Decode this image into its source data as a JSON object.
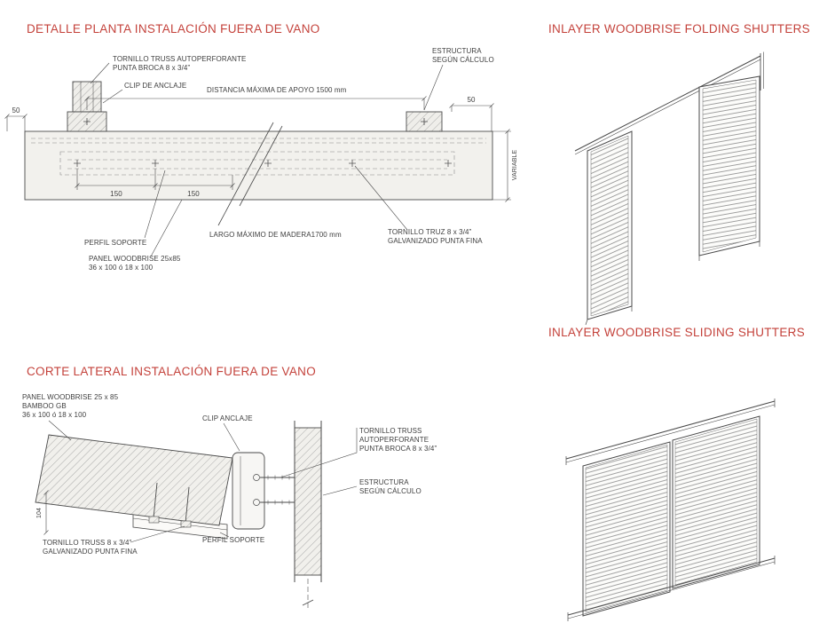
{
  "palette": {
    "title_red": "#c4423b",
    "line_gray": "#4a4a4a",
    "label_gray": "#3e3e3e",
    "panel_fill": "#f2f1ed"
  },
  "plan": {
    "title": "DETALLE PLANTA INSTALACIÓN FUERA DE VANO",
    "labels": {
      "truss_l1": "TORNILLO TRUSS AUTOPERFORANTE",
      "truss_l2": "PUNTA BROCA 8 x 3/4”",
      "clip": "CLIP DE ANCLAJE",
      "estructura_l1": "ESTRUCTURA",
      "estructura_l2": "SEGÚN CÁLCULO",
      "distancia": "DISTANCIA MÁXIMA DE APOYO 1500 mm",
      "dim50_left": "50",
      "dim50_right": "50",
      "dim150_a": "150",
      "dim150_b": "150",
      "variable": "VARIABLE",
      "largo": "LARGO MÁXIMO DE MADERA1700 mm",
      "perfil": "PERFIL SOPORTE",
      "panel_l1": "PANEL WOODBRISE 25x85",
      "panel_l2": "36 x 100 ó 18 x 100",
      "truz_l1": "TORNILLO TRUZ 8 x 3/4”",
      "truz_l2": "GALVANIZADO PUNTA FINA"
    }
  },
  "folding": {
    "title": "INLAYER WOODBRISE FOLDING SHUTTERS"
  },
  "corte": {
    "title": "CORTE LATERAL INSTALACIÓN FUERA DE VANO",
    "labels": {
      "panel_l1": "PANEL WOODBRISE 25 x 85",
      "panel_l2": "BAMBOO GB",
      "panel_l3": "36 x 100 ó 18 x 100",
      "clip": "CLIP ANCLAJE",
      "truss_l1": "TORNILLO TRUSS",
      "truss_l2": "AUTOPERFORANTE",
      "truss_l3": "PUNTA BROCA 8 x 3/4”",
      "estructura_l1": "ESTRUCTURA",
      "estructura_l2": "SEGÚN CÁLCULO",
      "perfil": "PERFIL SOPORTE",
      "galv_l1": "TORNILLO TRUSS 8 x 3/4”",
      "galv_l2": "GALVANIZADO PUNTA FINA",
      "dim104": "104"
    }
  },
  "sliding": {
    "title": "INLAYER WOODBRISE SLIDING SHUTTERS"
  }
}
